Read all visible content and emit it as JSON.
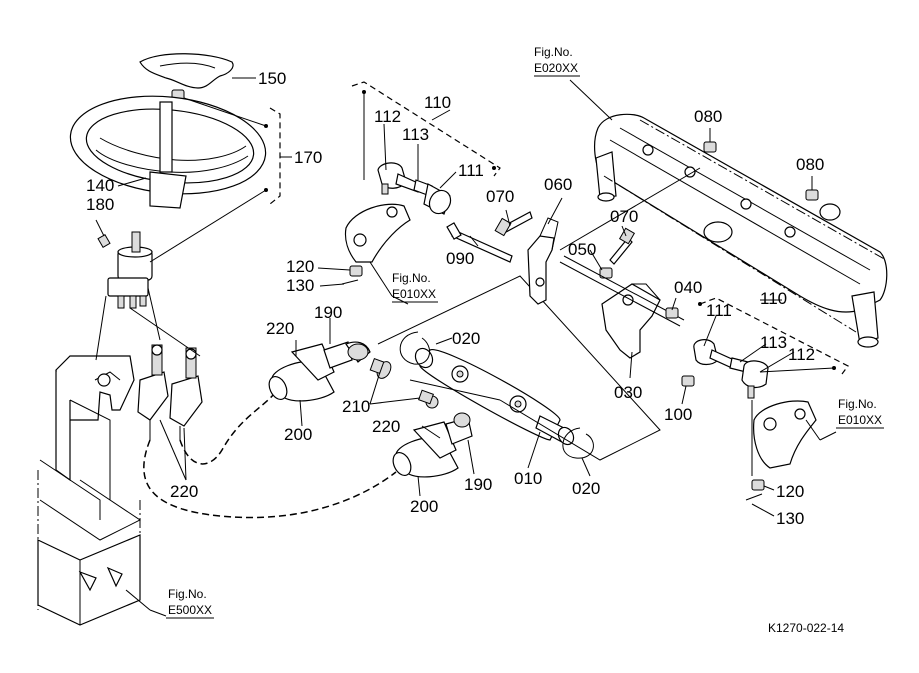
{
  "labels": {
    "p150": "150",
    "p170": "170",
    "p140": "140",
    "p180": "180",
    "p110a": "110",
    "p112a": "112",
    "p113a": "113",
    "p111a": "111",
    "p120a": "120",
    "p130a": "130",
    "p090": "090",
    "p070a": "070",
    "p060": "060",
    "p070b": "070",
    "p050": "050",
    "p040": "040",
    "p080a": "080",
    "p080b": "080",
    "p110b": "110",
    "p111b": "111",
    "p113b": "113",
    "p112b": "112",
    "p030": "030",
    "p100": "100",
    "p120b": "120",
    "p130b": "130",
    "p220a": "220",
    "p190a": "190",
    "p020a": "020",
    "p210": "210",
    "p200a": "200",
    "p220b": "220",
    "p190b": "190",
    "p010": "010",
    "p020b": "020",
    "p200b": "200",
    "p220c": "220"
  },
  "figrefs": {
    "e020_title": "Fig.No.",
    "e020_code": "E020XX",
    "e010a_title": "Fig.No.",
    "e010a_code": "E010XX",
    "e010b_title": "Fig.No.",
    "e010b_code": "E010XX",
    "e500_title": "Fig.No.",
    "e500_code": "E500XX"
  },
  "drawing_code": "K1270-022-14"
}
